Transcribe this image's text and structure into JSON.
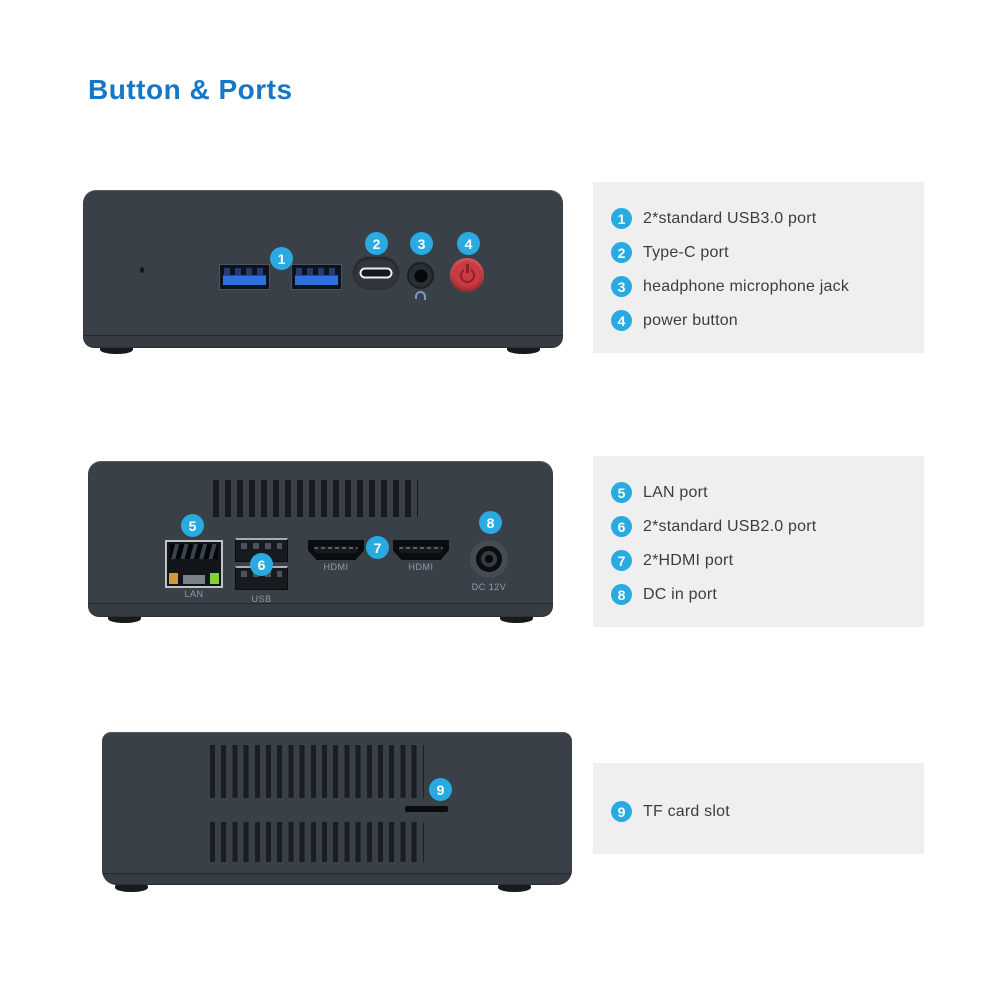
{
  "page": {
    "title": "Button & Ports"
  },
  "colors": {
    "accent_blue": "#1577c8",
    "callout_cyan": "#29abe2",
    "panel_gray": "#efefef",
    "device_body": "#3a4047",
    "power_button_red": "#cb3a40",
    "usb3_tongue_blue": "#2f6fe0"
  },
  "views": {
    "front": {
      "callouts": [
        {
          "num": "1"
        },
        {
          "num": "2"
        },
        {
          "num": "3"
        },
        {
          "num": "4"
        }
      ]
    },
    "back": {
      "callouts": [
        {
          "num": "5"
        },
        {
          "num": "6"
        },
        {
          "num": "7"
        },
        {
          "num": "8"
        }
      ],
      "port_labels": {
        "lan": "LAN",
        "usb": "USB",
        "hdmi_left": "HDMI",
        "hdmi_right": "HDMI",
        "dc": "DC 12V"
      }
    },
    "bottom": {
      "callouts": [
        {
          "num": "9"
        }
      ]
    }
  },
  "legend_panels": [
    {
      "items": [
        {
          "num": "1",
          "label": "2*standard USB3.0 port"
        },
        {
          "num": "2",
          "label": "Type-C port"
        },
        {
          "num": "3",
          "label": "headphone microphone jack"
        },
        {
          "num": "4",
          "label": "power button"
        }
      ]
    },
    {
      "items": [
        {
          "num": "5",
          "label": "LAN port"
        },
        {
          "num": "6",
          "label": "2*standard USB2.0 port"
        },
        {
          "num": "7",
          "label": "2*HDMI port"
        },
        {
          "num": "8",
          "label": "DC in port"
        }
      ]
    },
    {
      "items": [
        {
          "num": "9",
          "label": "TF card slot"
        }
      ]
    }
  ]
}
